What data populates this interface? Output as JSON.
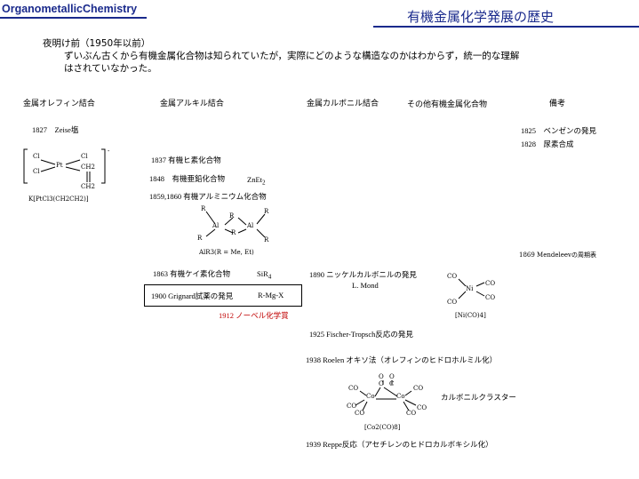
{
  "header": {
    "brand": "OrganometallicChemistry",
    "title": "有機金属化学発展の歴史"
  },
  "intro": {
    "line1": "夜明け前（1950年以前）",
    "line2": "ずいぶん古くから有機金属化合物は知られていたが，実際にどのような構造なのかはわからず，統一的な理解",
    "line3": "はされていなかった。"
  },
  "columns": [
    "金属オレフィン結合",
    "金属アルキル結合",
    "金属カルボニル結合",
    "その他有機金属化合物",
    "備考"
  ],
  "entries": {
    "zeise": "1827　Zeise塩",
    "zeise_formula": "K[PtCl3(CH2CH2)]",
    "e1837": "1837 有機ヒ素化合物",
    "e1848": "1848　有機亜鉛化合物",
    "znet": "ZnEt",
    "znet_sub": "2",
    "e1859": "1859,1860 有機アルミニウム化合物",
    "alr3": "AlR3(R = Me, Et)",
    "e1863": "1863 有機ケイ素化合物",
    "sir": "SiR",
    "sir_sub": "4",
    "e1900": "1900 Grignard試薬の発見",
    "rmgx": "R-Mg-X",
    "nobel": "1912 ノーベル化学賞",
    "e1890": "1890 ニッケルカルボニルの発見",
    "mond": "L. Mond",
    "nico4": "[Ni(CO)4]",
    "e1925": "1925 Fischer-Tropsch反応の発見",
    "e1938": "1938 Roelen オキソ法（オレフィンのヒドロホルミル化）",
    "cluster": "カルボニルクラスター",
    "co2co8": "[Co2(CO)8]",
    "e1939": "1939 Reppe反応（アセチレンのヒドロカルボキシル化）",
    "benzene": "1825　ベンゼンの発見",
    "urea": "1828　尿素合成",
    "mendeleev": "1869 Mendeleevの周期表"
  },
  "atoms": {
    "cl": "Cl",
    "pt": "Pt",
    "ch2": "CH2",
    "charge": "-",
    "r": "R",
    "al": "Al",
    "ni": "Ni",
    "co": "CO",
    "o": "O",
    "c": "C",
    "cobalt": "Co"
  }
}
